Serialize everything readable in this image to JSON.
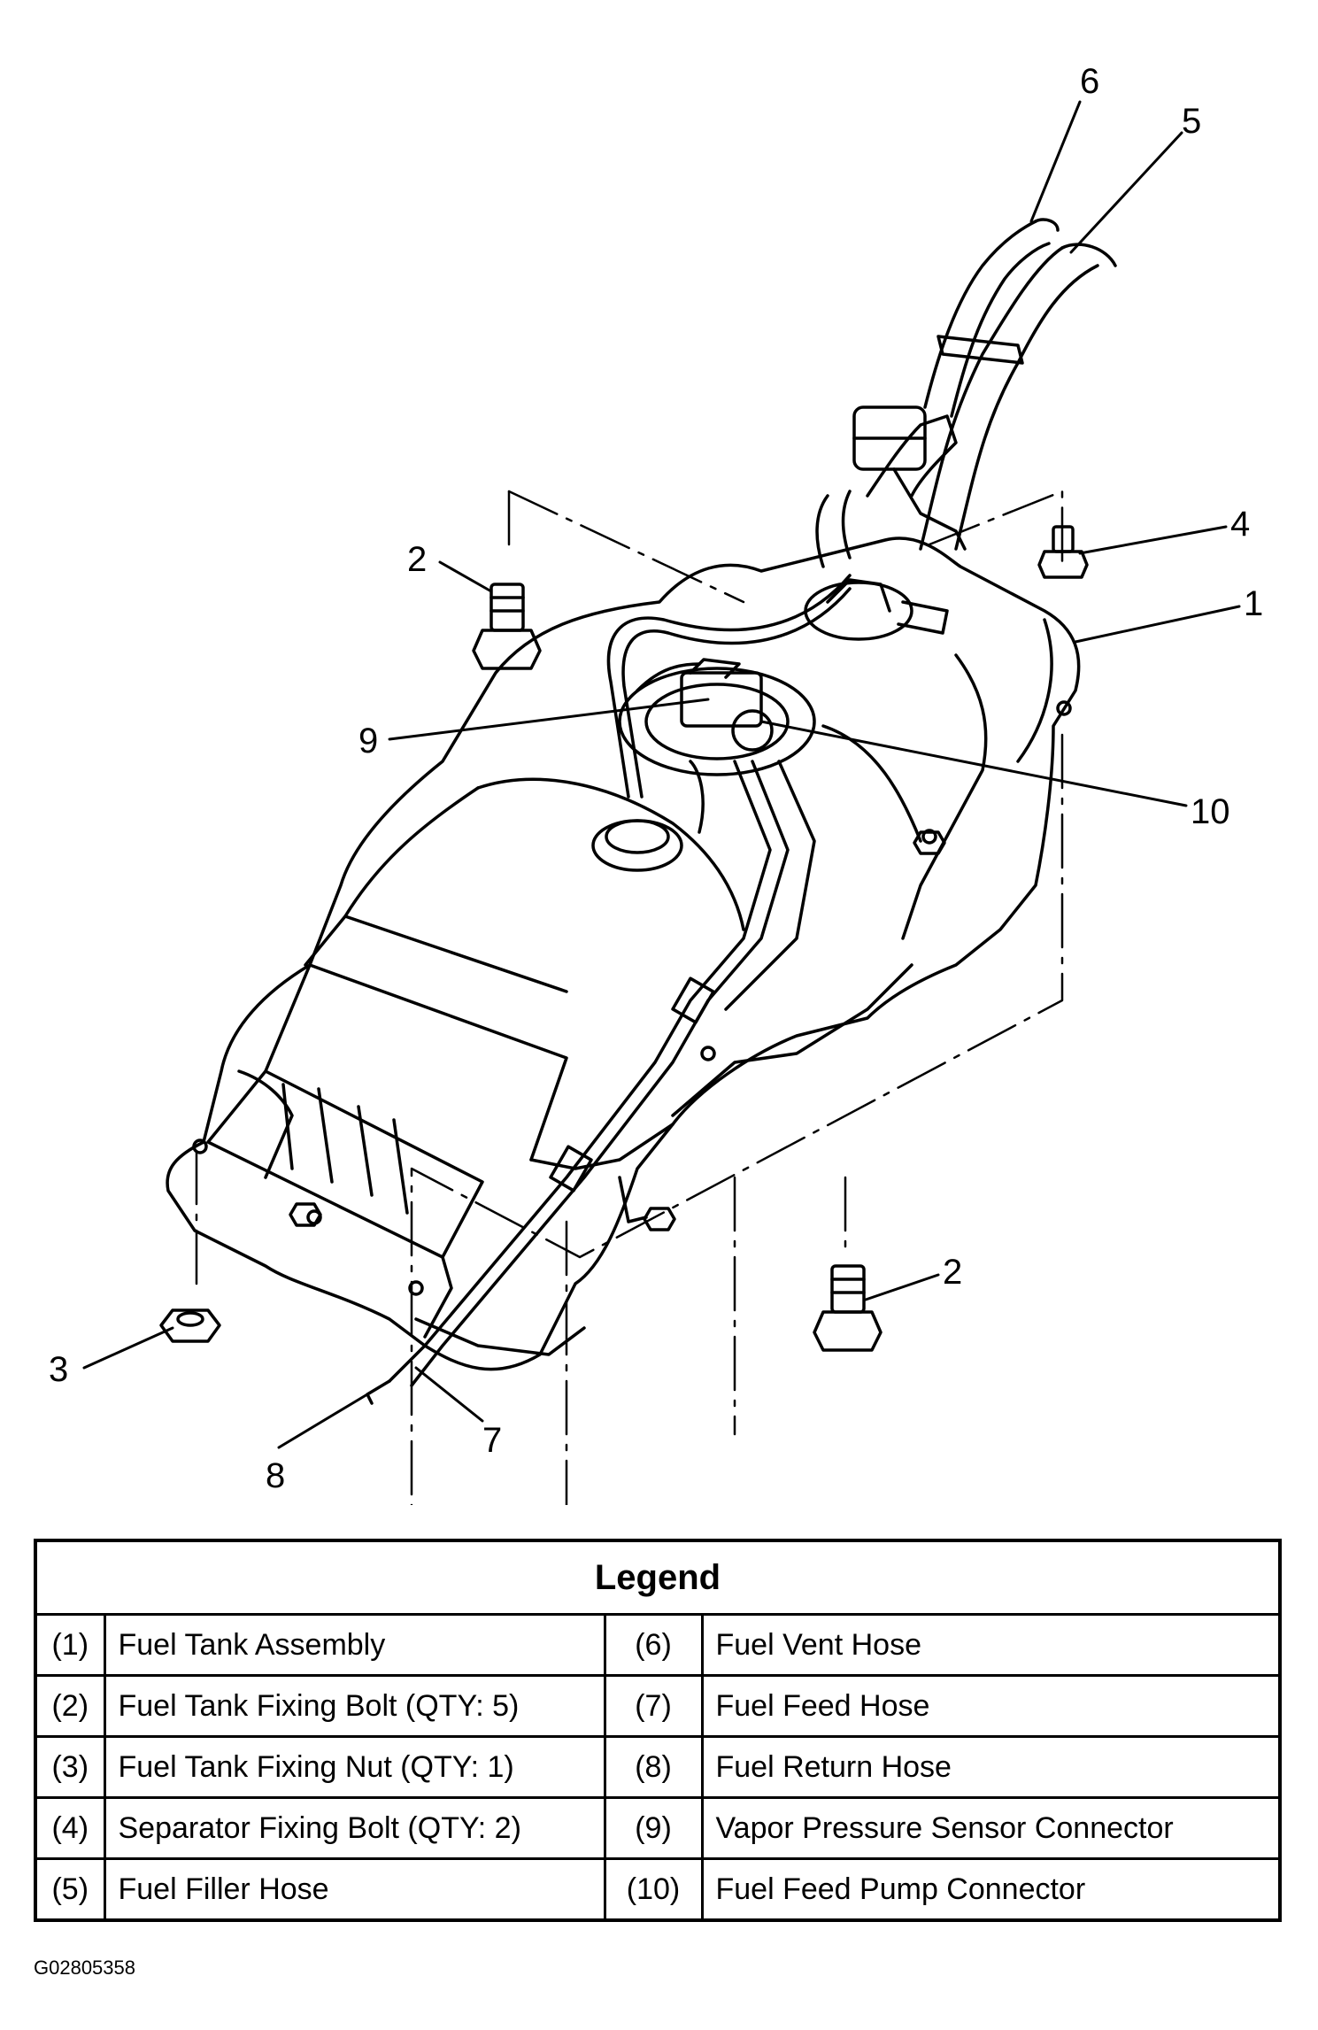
{
  "figure_code": "G02805358",
  "callouts": [
    "1",
    "2",
    "2",
    "3",
    "4",
    "5",
    "6",
    "7",
    "8",
    "9",
    "10"
  ],
  "legend": {
    "title": "Legend",
    "rows": [
      {
        "left_num": "(1)",
        "left_label": "Fuel Tank Assembly",
        "right_num": "(6)",
        "right_label": "Fuel Vent Hose"
      },
      {
        "left_num": "(2)",
        "left_label": "Fuel Tank Fixing Bolt (QTY: 5)",
        "right_num": "(7)",
        "right_label": "Fuel Feed Hose"
      },
      {
        "left_num": "(3)",
        "left_label": "Fuel Tank Fixing Nut (QTY: 1)",
        "right_num": "(8)",
        "right_label": "Fuel Return Hose"
      },
      {
        "left_num": "(4)",
        "left_label": "Separator Fixing Bolt (QTY: 2)",
        "right_num": "(9)",
        "right_label": "Vapor Pressure Sensor Connector"
      },
      {
        "left_num": "(5)",
        "left_label": "Fuel Filler Hose",
        "right_num": "(10)",
        "right_label": "Fuel Feed Pump Connector"
      }
    ]
  }
}
